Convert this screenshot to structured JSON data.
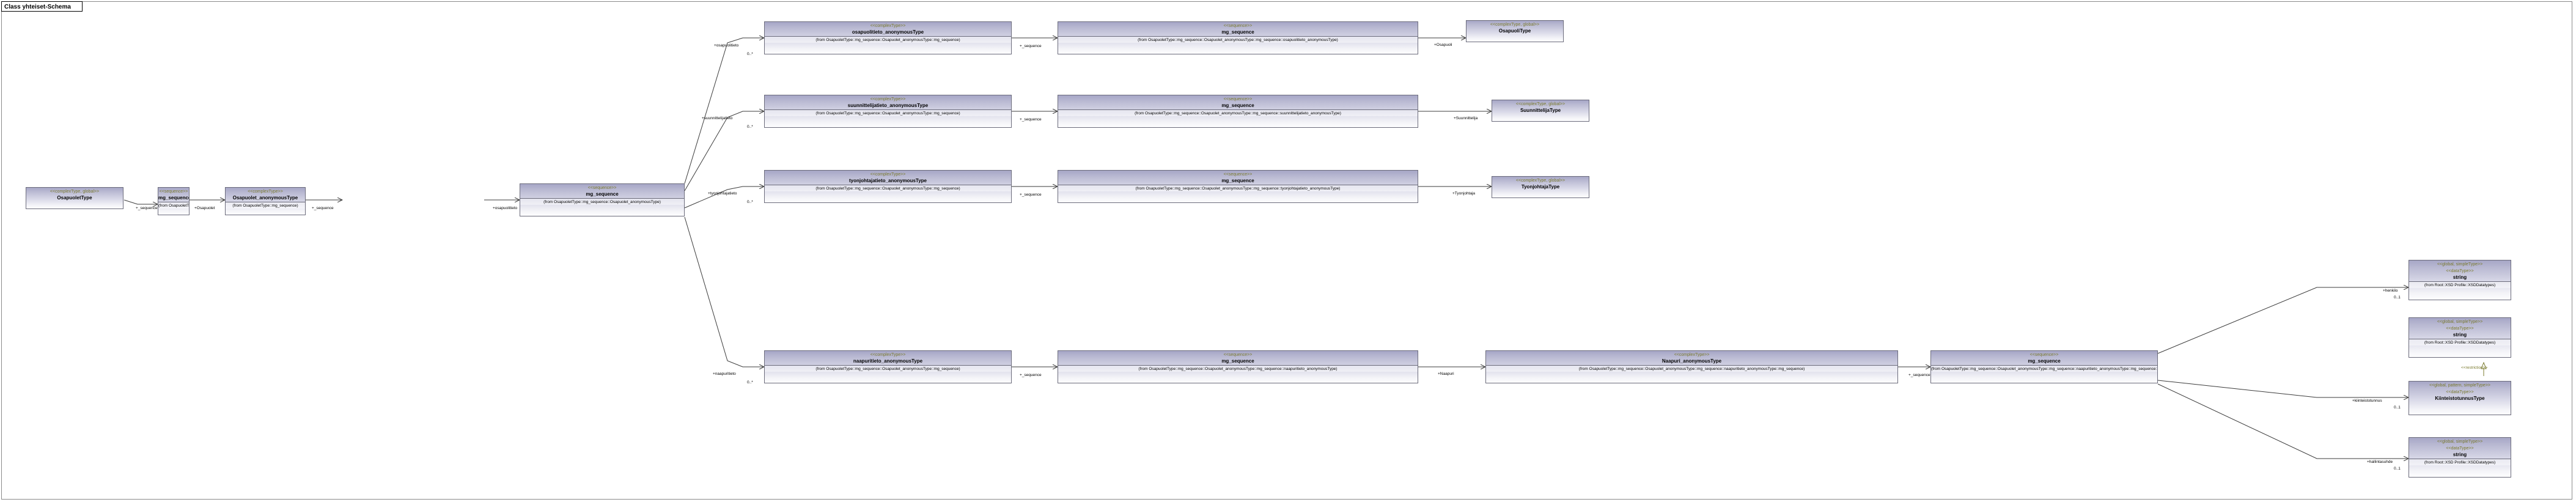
{
  "diagram": {
    "title": "Class yhteiset-Schema",
    "colors": {
      "stereotype_text": "#7a7a2e",
      "node_border": "#6b6b7b",
      "node_fill_top": "#a6a6c6",
      "node_fill_bottom": "#fdfdfe",
      "wire": "#3b3b3b",
      "frame_border": "#8a8a8a",
      "background": "#ffffff"
    },
    "nodes": [
      {
        "id": "osapuoletType",
        "stereotype": "<<complexType, global>>",
        "name": "OsapuoletType",
        "from": ""
      },
      {
        "id": "mg1",
        "stereotype": "<<sequence>>",
        "name": "mg_sequence",
        "from": "(from OsapuoletType)"
      },
      {
        "id": "osapuolet_anon",
        "stereotype": "<<complexType>>",
        "name": "Osapuolet_anonymousType",
        "from": "(from OsapuoletType::mg_sequence)"
      },
      {
        "id": "mg2",
        "stereotype": "<<sequence>>",
        "name": "mg_sequence",
        "from": "(from OsapuoletType::mg_sequence::Osapuolet_anonymousType)"
      },
      {
        "id": "osapuolitieto_anon",
        "stereotype": "<<complexType>>",
        "name": "osapuolitieto_anonymousType",
        "from": "(from OsapuoletType::mg_sequence::Osapuolet_anonymousType::mg_sequence)"
      },
      {
        "id": "mg_osapuolitieto",
        "stereotype": "<<sequence>>",
        "name": "mg_sequence",
        "from": "(from OsapuoletType::mg_sequence::Osapuolet_anonymousType::mg_sequence::osapuolitieto_anonymousType)"
      },
      {
        "id": "osapuoliType",
        "stereotype": "<<complexType, global>>",
        "name": "OsapuoliType",
        "from": ""
      },
      {
        "id": "suunnittelijatieto_anon",
        "stereotype": "<<complexType>>",
        "name": "suunnittelijatieto_anonymousType",
        "from": "(from OsapuoletType::mg_sequence::Osapuolet_anonymousType::mg_sequence)"
      },
      {
        "id": "mg_suunnittelijatieto",
        "stereotype": "<<sequence>>",
        "name": "mg_sequence",
        "from": "(from OsapuoletType::mg_sequence::Osapuolet_anonymousType::mg_sequence::suunnittelijatieto_anonymousType)"
      },
      {
        "id": "suunnittelijaType",
        "stereotype": "<<complexType, global>>",
        "name": "SuunnittelijaType",
        "from": ""
      },
      {
        "id": "tyonjohtajatieto_anon",
        "stereotype": "<<complexType>>",
        "name": "tyonjohtajatieto_anonymousType",
        "from": "(from OsapuoletType::mg_sequence::Osapuolet_anonymousType::mg_sequence)"
      },
      {
        "id": "mg_tyonjohtajatieto",
        "stereotype": "<<sequence>>",
        "name": "mg_sequence",
        "from": "(from OsapuoletType::mg_sequence::Osapuolet_anonymousType::mg_sequence::tyonjohtajatieto_anonymousType)"
      },
      {
        "id": "tyonjohtajaType",
        "stereotype": "<<complexType, global>>",
        "name": "TyonjohtajaType",
        "from": ""
      },
      {
        "id": "naapuritieto_anon",
        "stereotype": "<<complexType>>",
        "name": "naapuritieto_anonymousType",
        "from": "(from OsapuoletType::mg_sequence::Osapuolet_anonymousType::mg_sequence)"
      },
      {
        "id": "mg_naapuritieto",
        "stereotype": "<<sequence>>",
        "name": "mg_sequence",
        "from": "(from OsapuoletType::mg_sequence::Osapuolet_anonymousType::mg_sequence::naapuritieto_anonymousType)"
      },
      {
        "id": "naapuri_anon",
        "stereotype": "<<complexType>>",
        "name": "Naapuri_anonymousType",
        "from": "(from OsapuoletType::mg_sequence::Osapuolet_anonymousType::mg_sequence::naapuritieto_anonymousType::mg_sequence)"
      },
      {
        "id": "mg_naapuri",
        "stereotype": "<<sequence>>",
        "name": "mg_sequence",
        "from": "(from OsapuoletType::mg_sequence::Osapuolet_anonymousType::mg_sequence::naapuritieto_anonymousType::mg_sequence::Naapuri_anonymousType)"
      },
      {
        "id": "string_henkilo",
        "stereotype": "<<global, simpleType>>",
        "stereotype2": "<<dataType>>",
        "name": "string",
        "from": "(from Root::XSD Profile::XSDDatatypes)"
      },
      {
        "id": "string_base",
        "stereotype": "<<global, simpleType>>",
        "stereotype2": "<<dataType>>",
        "name": "string",
        "from": "(from Root::XSD Profile::XSDDatatypes)"
      },
      {
        "id": "kiinteistotunnusType",
        "stereotype": "<<global, pattern, simpleType>>",
        "stereotype2": "<<dataType>>",
        "name": "KiinteistotunnusType",
        "from": ""
      },
      {
        "id": "string_hallintasuhde",
        "stereotype": "<<global, simpleType>>",
        "stereotype2": "<<dataType>>",
        "name": "string",
        "from": "(from Root::XSD Profile::XSDDatatypes)"
      }
    ],
    "associations": [
      {
        "id": "a1",
        "role": "+_sequence",
        "multiplicity": ""
      },
      {
        "id": "a2",
        "role": "+Osapuolet",
        "multiplicity": ""
      },
      {
        "id": "a3",
        "role": "+_sequence",
        "multiplicity": ""
      },
      {
        "id": "a4",
        "role": "+osapuolitieto",
        "multiplicity": "0..*"
      },
      {
        "id": "a5",
        "role": "+_sequence",
        "multiplicity": ""
      },
      {
        "id": "a6",
        "role": "+Osapuoli",
        "multiplicity": ""
      },
      {
        "id": "a7",
        "role": "+suunnittelijatieto",
        "multiplicity": "0..*"
      },
      {
        "id": "a8",
        "role": "+_sequence",
        "multiplicity": ""
      },
      {
        "id": "a9",
        "role": "+Suunnittelija",
        "multiplicity": ""
      },
      {
        "id": "a10",
        "role": "+tyonjohtajatieto",
        "multiplicity": "0..*"
      },
      {
        "id": "a11",
        "role": "+_sequence",
        "multiplicity": ""
      },
      {
        "id": "a12",
        "role": "+Tyonjohtaja",
        "multiplicity": ""
      },
      {
        "id": "a13",
        "role": "+naapuritieto",
        "multiplicity": "0..*"
      },
      {
        "id": "a14",
        "role": "+_sequence",
        "multiplicity": ""
      },
      {
        "id": "a15",
        "role": "+Naapuri",
        "multiplicity": ""
      },
      {
        "id": "a16",
        "role": "+_sequence",
        "multiplicity": ""
      },
      {
        "id": "a17",
        "role": "+henkilo",
        "multiplicity": "0..1"
      },
      {
        "id": "a18",
        "role": "+kiinteistotunnus",
        "multiplicity": "0..1"
      },
      {
        "id": "a19",
        "role": "+hallintasuhde",
        "multiplicity": "0..1"
      },
      {
        "id": "a20",
        "role": "<<restriction>>",
        "multiplicity": ""
      }
    ]
  }
}
